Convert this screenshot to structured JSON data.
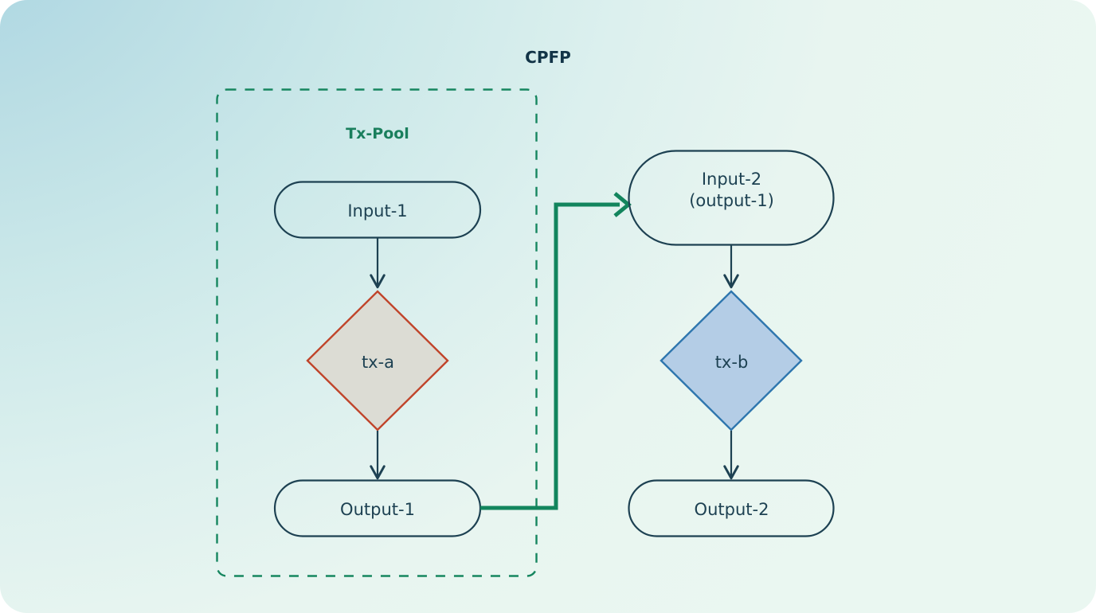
{
  "diagram": {
    "title": "CPFP",
    "group": {
      "label": "Tx-Pool",
      "border_style": "dashed",
      "border_color": "#16865f"
    },
    "colors": {
      "background_start": "#a8d4e2",
      "background_end": "#eaf7f1",
      "node_stroke": "#1d4152",
      "node_text": "#1d4152",
      "title_text": "#123447",
      "group_text": "#1a7f5d",
      "txa_stroke": "#c0442a",
      "txa_fill": "#dcdcd4",
      "txb_stroke": "#2e76ae",
      "txb_fill": "#b4cde6",
      "cpfp_link": "#12855d",
      "arrow": "#1d4152"
    },
    "nodes": [
      {
        "id": "input-1",
        "label": "Input-1",
        "shape": "stadium"
      },
      {
        "id": "tx-a",
        "label": "tx-a",
        "shape": "diamond"
      },
      {
        "id": "output-1",
        "label": "Output-1",
        "shape": "stadium"
      },
      {
        "id": "input-2",
        "label": "Input-2",
        "label_line2": "(output-1)",
        "shape": "stadium"
      },
      {
        "id": "tx-b",
        "label": "tx-b",
        "shape": "diamond"
      },
      {
        "id": "output-2",
        "label": "Output-2",
        "shape": "stadium"
      }
    ],
    "edges": [
      {
        "from": "input-1",
        "to": "tx-a",
        "kind": "arrow"
      },
      {
        "from": "tx-a",
        "to": "output-1",
        "kind": "arrow"
      },
      {
        "from": "output-1",
        "to": "input-2",
        "kind": "cpfp-link"
      },
      {
        "from": "input-2",
        "to": "tx-b",
        "kind": "arrow"
      },
      {
        "from": "tx-b",
        "to": "output-2",
        "kind": "arrow"
      }
    ]
  }
}
